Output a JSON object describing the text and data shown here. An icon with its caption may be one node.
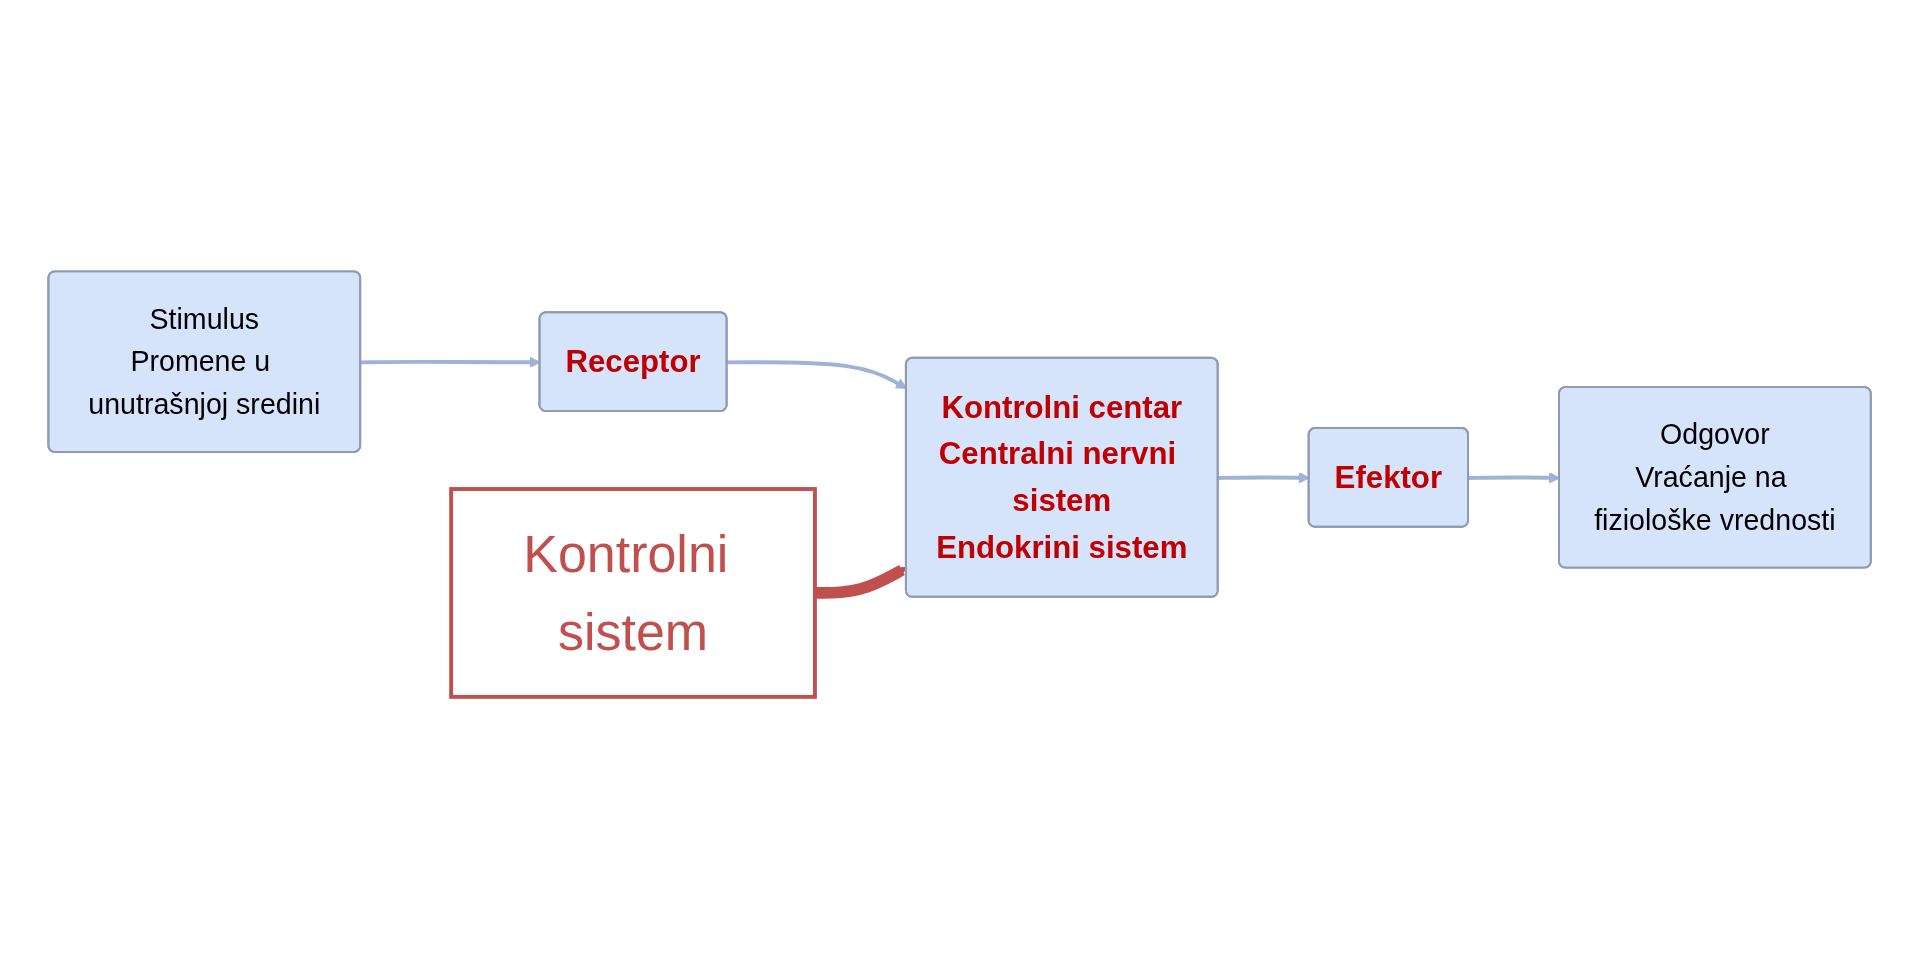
{
  "diagram": {
    "nodes": [
      {
        "text": [
          "Stimulus",
          "Promene u unutrašnjoj sredini"
        ]
      },
      {
        "text": [
          "Receptor"
        ]
      },
      {
        "text": [
          "Kontrolni centar",
          "Centralni nervni sistem",
          "Endokrini sistem"
        ]
      },
      {
        "text": [
          "Efektor"
        ]
      },
      {
        "text": [
          "Odgovor",
          "Vraćanje na fiziološke vrednosti"
        ]
      },
      {
        "text": [
          "Kontrolni sistem"
        ]
      }
    ],
    "edges": [
      {
        "from": 0,
        "to": 1,
        "arrow": "to"
      },
      {
        "from": 1,
        "to": 2,
        "arrow": "to"
      },
      {
        "from": 2,
        "to": 3,
        "arrow": "to"
      },
      {
        "from": 3,
        "to": 4,
        "arrow": "to"
      },
      {
        "from": 5,
        "to": 2,
        "arrow": "to",
        "style": "thick",
        "color": "#c0504d"
      }
    ]
  }
}
